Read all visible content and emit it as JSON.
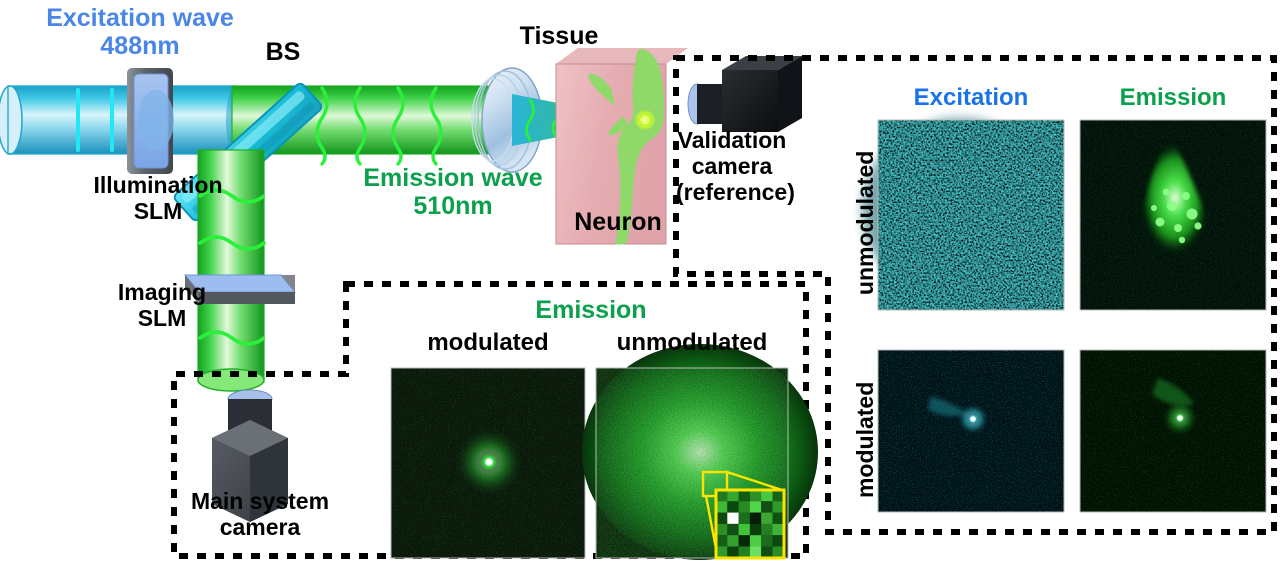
{
  "figure": {
    "type": "optical-system-schematic",
    "description": "Wavefront shaping microscope schematic with SLM modulation and camera image panels"
  },
  "optical_path": {
    "excitation_label": "Excitation wave\n488nm",
    "excitation_color": "#4a86e8",
    "excitation_beam_color": "#29b6d8",
    "emission_label": "Emission wave\n510nm",
    "emission_color": "#0aa04c",
    "emission_beam_color": "#35c23a",
    "beamsplitter_label": "BS",
    "illumination_slm_label": "Illumination\nSLM",
    "imaging_slm_label": "Imaging\nSLM",
    "tissue_label": "Tissue",
    "neuron_label": "Neuron",
    "tissue_color": "#e8b4b8",
    "neuron_color": "#8ed96a"
  },
  "main_camera_box": {
    "camera_label": "Main system\ncamera",
    "panel_title": "Emission",
    "panel_title_color": "#0aa04c",
    "images": [
      {
        "label": "modulated",
        "kind": "focused-spot",
        "tint": "#22c22a"
      },
      {
        "label": "unmodulated",
        "kind": "diffuse-speckle",
        "tint": "#22c22a",
        "has_zoom_inset": true
      }
    ],
    "inset_outline_color": "#ffe400"
  },
  "validation_camera_box": {
    "camera_label": "Validation\ncamera\n(reference)",
    "column_headers": [
      {
        "label": "Excitation",
        "color": "#1a73e8"
      },
      {
        "label": "Emission",
        "color": "#0aa04c"
      }
    ],
    "row_headers": [
      {
        "label": "unmodulated"
      },
      {
        "label": "modulated"
      }
    ],
    "images": [
      {
        "row": "unmodulated",
        "col": "Excitation",
        "kind": "dense-speckle",
        "tint": "#2fe8e8"
      },
      {
        "row": "unmodulated",
        "col": "Emission",
        "kind": "blob",
        "tint": "#2ee04a"
      },
      {
        "row": "modulated",
        "col": "Excitation",
        "kind": "focused-spot-dark",
        "tint": "#2fe8e8"
      },
      {
        "row": "modulated",
        "col": "Emission",
        "kind": "focused-spot-dark",
        "tint": "#2ee04a"
      }
    ]
  }
}
